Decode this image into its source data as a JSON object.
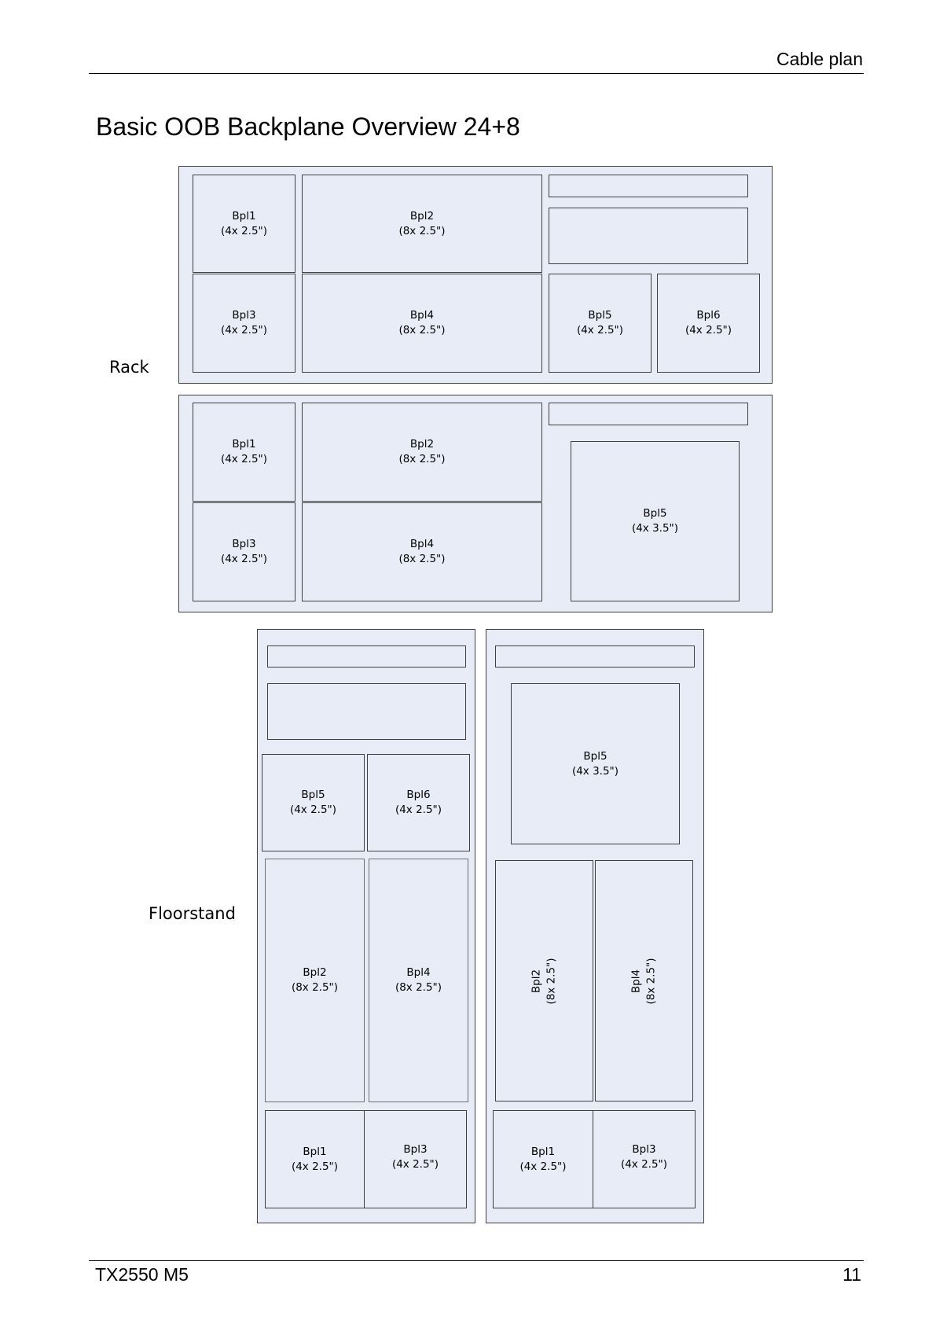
{
  "header": {
    "title": "Cable plan"
  },
  "page_title": "Basic OOB Backplane Overview 24+8",
  "labels": {
    "rack": "Rack",
    "floorstand": "Floorstand"
  },
  "rack_top": {
    "bpl1": {
      "name": "Bpl1",
      "spec": "(4x 2.5\")"
    },
    "bpl2": {
      "name": "Bpl2",
      "spec": "(8x 2.5\")"
    },
    "bpl3": {
      "name": "Bpl3",
      "spec": "(4x 2.5\")"
    },
    "bpl4": {
      "name": "Bpl4",
      "spec": "(8x 2.5\")"
    },
    "bpl5": {
      "name": "Bpl5",
      "spec": "(4x 2.5\")"
    },
    "bpl6": {
      "name": "Bpl6",
      "spec": "(4x 2.5\")"
    }
  },
  "rack_bottom": {
    "bpl1": {
      "name": "Bpl1",
      "spec": "(4x 2.5\")"
    },
    "bpl2": {
      "name": "Bpl2",
      "spec": "(8x 2.5\")"
    },
    "bpl3": {
      "name": "Bpl3",
      "spec": "(4x 2.5\")"
    },
    "bpl4": {
      "name": "Bpl4",
      "spec": "(8x 2.5\")"
    },
    "bpl5": {
      "name": "Bpl5",
      "spec": "(4x 3.5\")"
    }
  },
  "floor_left": {
    "bpl5": {
      "name": "Bpl5",
      "spec": "(4x 2.5\")"
    },
    "bpl6": {
      "name": "Bpl6",
      "spec": "(4x 2.5\")"
    },
    "bpl2": {
      "name": "Bpl2",
      "spec": "(8x 2.5\")"
    },
    "bpl4": {
      "name": "Bpl4",
      "spec": "(8x 2.5\")"
    },
    "bpl1": {
      "name": "Bpl1",
      "spec": "(4x 2.5\")"
    },
    "bpl3": {
      "name": "Bpl3",
      "spec": "(4x 2.5\")"
    }
  },
  "floor_right": {
    "bpl5": {
      "name": "Bpl5",
      "spec": "(4x 3.5\")"
    },
    "bpl2": {
      "name": "Bpl2",
      "spec": "(8x 2.5\")"
    },
    "bpl4": {
      "name": "Bpl4",
      "spec": "(8x 2.5\")"
    },
    "bpl1": {
      "name": "Bpl1",
      "spec": "(4x 2.5\")"
    },
    "bpl3": {
      "name": "Bpl3",
      "spec": "(4x 2.5\")"
    }
  },
  "footer": {
    "model": "TX2550 M5",
    "page_number": "11"
  }
}
